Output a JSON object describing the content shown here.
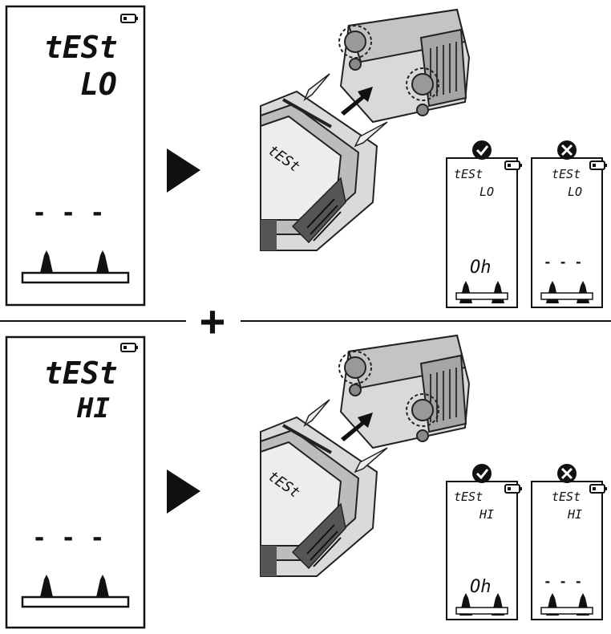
{
  "top": {
    "big_lcd": {
      "line1": "tESt",
      "line2": "LO",
      "dashes": "- - -"
    },
    "result_ok": {
      "badge": "✔",
      "line1": "tESt",
      "line2": "LO",
      "reading": "Oh"
    },
    "result_fail": {
      "badge": "✖",
      "line1": "tESt",
      "line2": "LO",
      "reading": "- - -"
    }
  },
  "separator": {
    "symbol": "+"
  },
  "bottom": {
    "big_lcd": {
      "line1": "tESt",
      "line2": "HI",
      "dashes": "- - -"
    },
    "result_ok": {
      "badge": "✔",
      "line1": "tESt",
      "line2": "HI",
      "reading": "Oh"
    },
    "result_fail": {
      "badge": "✖",
      "line1": "tESt",
      "line2": "HI",
      "reading": "- - -"
    }
  },
  "device_screen_text": "tESt",
  "icons": [
    "battery-icon",
    "pin-icon",
    "play-arrow-icon",
    "arrow-icon",
    "check-icon",
    "cross-icon",
    "plus-icon"
  ],
  "colors": {
    "ink": "#111111",
    "device_gray": "#cfcfcf",
    "device_dark": "#5a5a5a"
  }
}
